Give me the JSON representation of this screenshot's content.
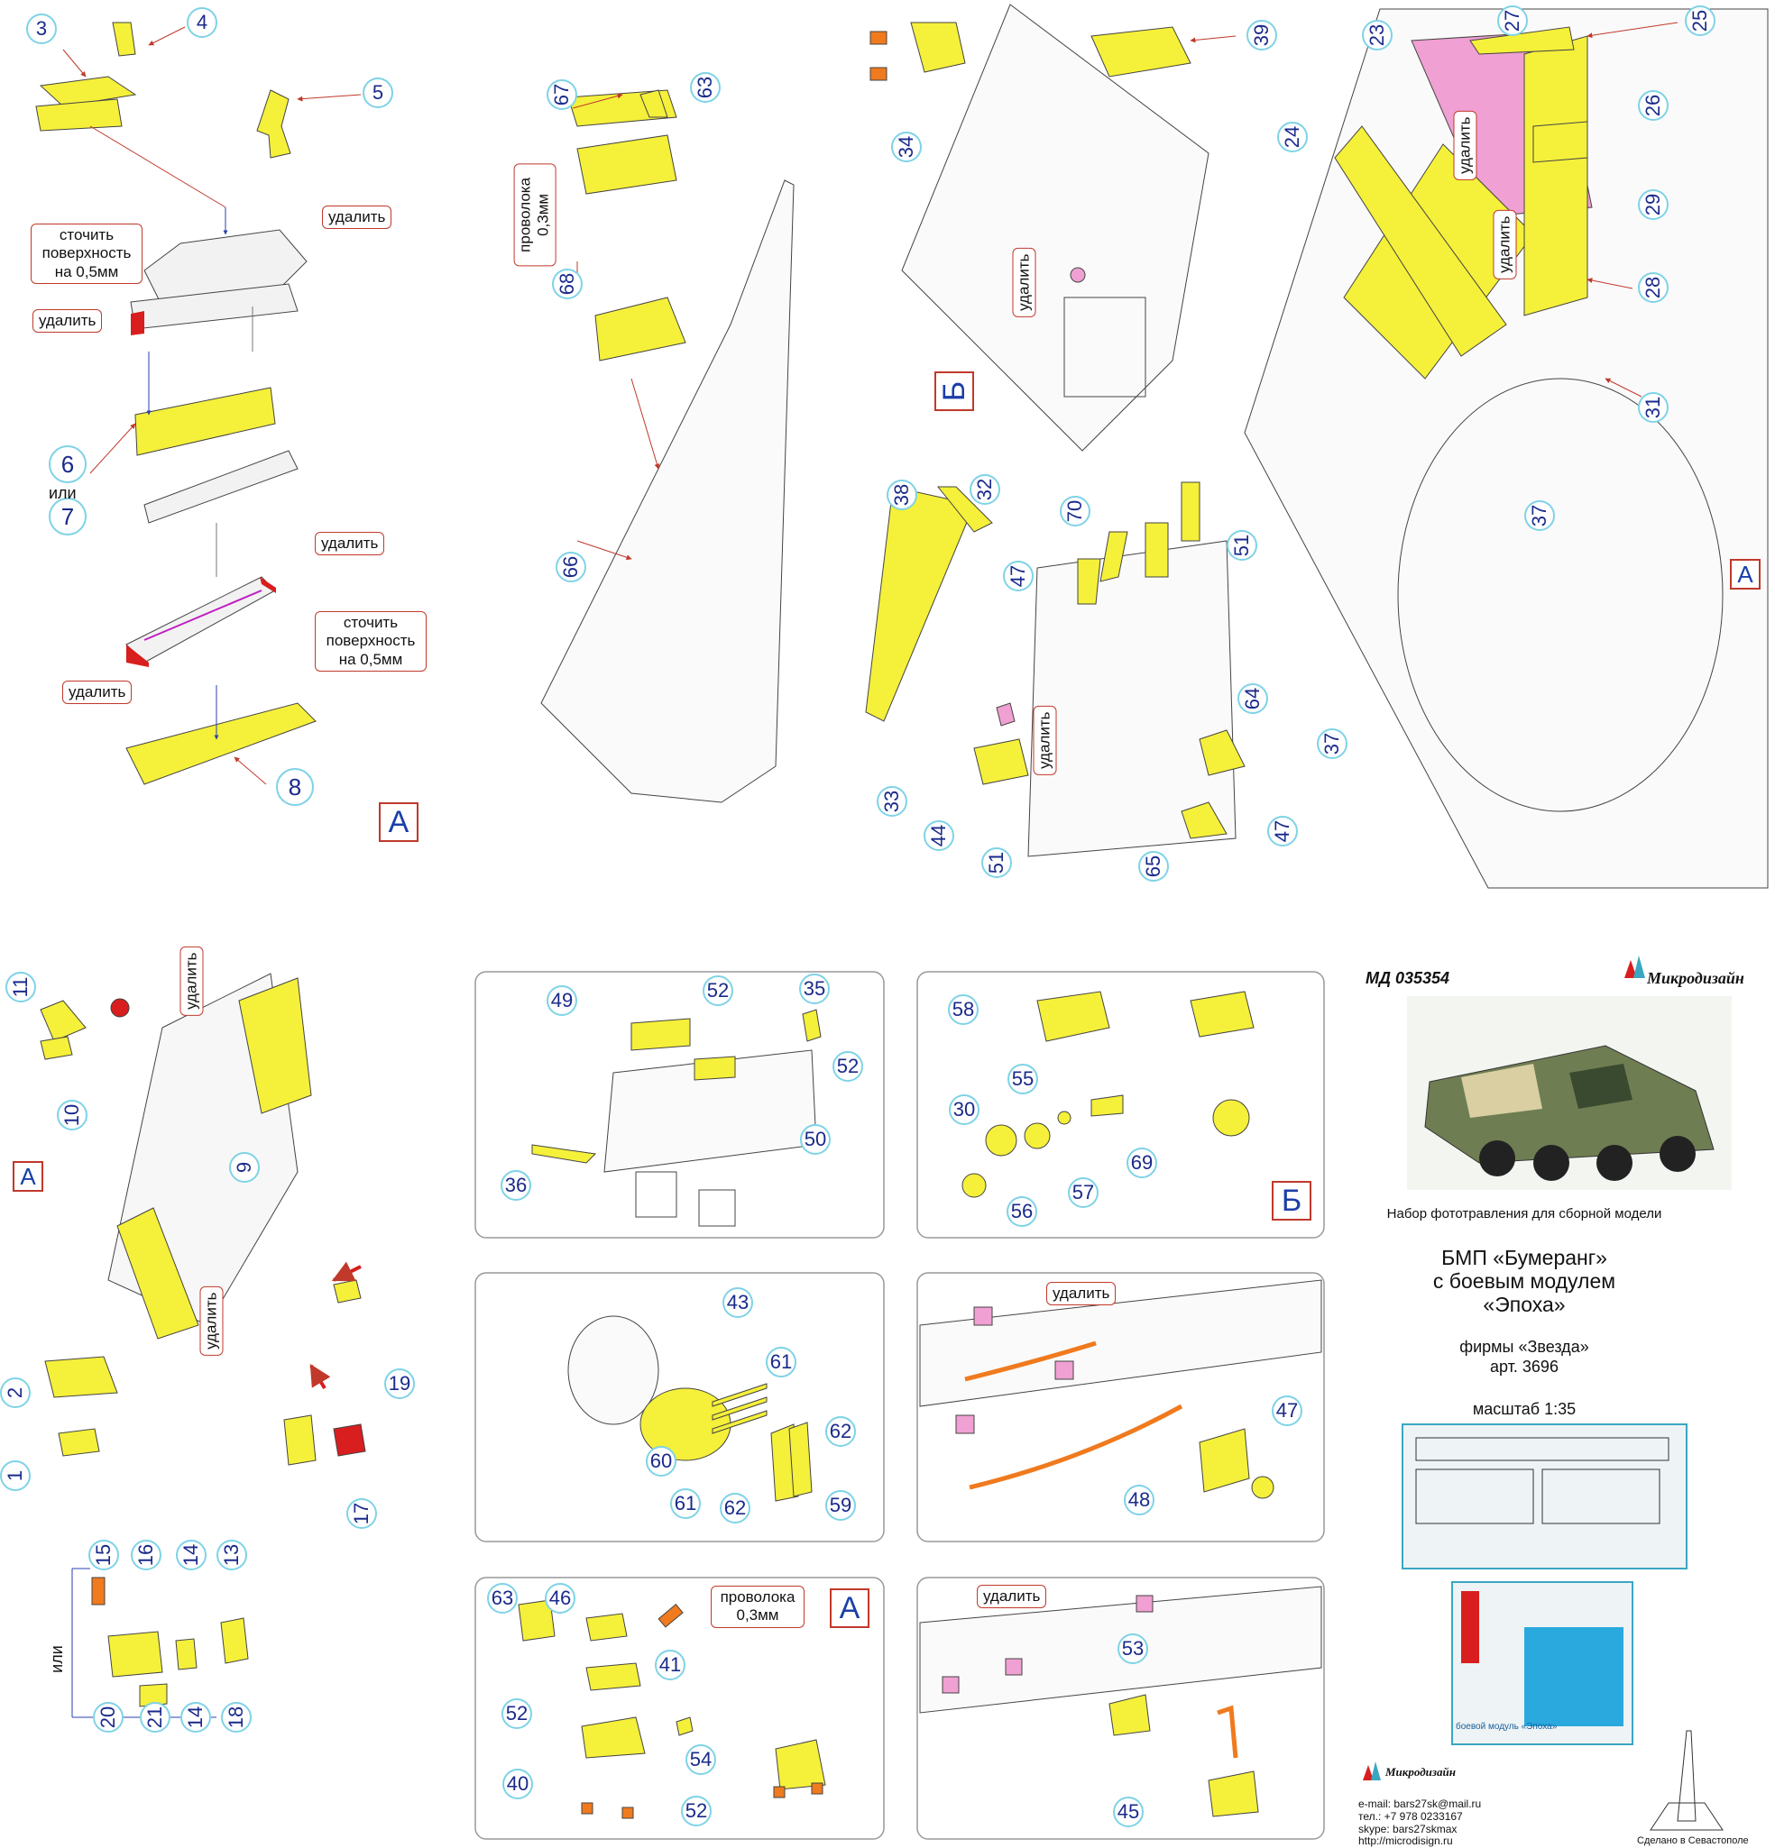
{
  "product": {
    "sku": "МД 035354",
    "brand": "Микродизайн",
    "subtitle": "Набор фототравления для сборной модели",
    "title_line1": "БМП «Бумеранг»",
    "title_line2": "с боевым модулем",
    "title_line3": "«Эпоха»",
    "maker_line": "фирмы «Звезда»",
    "article": "арт. 3696",
    "scale": "масштаб 1:35",
    "fret_label": "боевой модуль «Эпоха»"
  },
  "contacts": {
    "email": "e-mail: bars27sk@mail.ru",
    "phone": "тел.: +7 978 0233167",
    "skype": "skype: bars27skmax",
    "site": "http://microdisign.ru",
    "made_in": "Сделано в Севастополе"
  },
  "callouts": {
    "remove": "удалить",
    "grind_l1": "сточить",
    "grind_l2": "поверхность",
    "grind_l3": "на 0,5мм",
    "wire_l1": "проволока",
    "wire_l2": "0,3мм",
    "or": "или"
  },
  "sections": {
    "a": "А",
    "b": "Б"
  },
  "colors": {
    "part": "#f5f03a",
    "remove": "#d81e1e",
    "resin": "#f0a0d2",
    "wire": "#f07a1e",
    "number_ring": "#7fd3e6",
    "number_text": "#1a2a8a"
  },
  "part_numbers": {
    "n1": "1",
    "n2": "2",
    "n3": "3",
    "n4": "4",
    "n5": "5",
    "n6": "6",
    "n7": "7",
    "n8": "8",
    "n9": "9",
    "n10": "10",
    "n11": "11",
    "n13": "13",
    "n14": "14",
    "n15": "15",
    "n16": "16",
    "n17": "17",
    "n18": "18",
    "n19": "19",
    "n20": "20",
    "n21": "21",
    "n23": "23",
    "n24": "24",
    "n25": "25",
    "n26": "26",
    "n27": "27",
    "n28": "28",
    "n29": "29",
    "n30": "30",
    "n31": "31",
    "n32": "32",
    "n33": "33",
    "n34": "34",
    "n35": "35",
    "n36": "36",
    "n37": "37",
    "n38": "38",
    "n39": "39",
    "n40": "40",
    "n41": "41",
    "n43": "43",
    "n44": "44",
    "n45": "45",
    "n46": "46",
    "n47": "47",
    "n48": "48",
    "n49": "49",
    "n50": "50",
    "n51": "51",
    "n52": "52",
    "n53": "53",
    "n54": "54",
    "n55": "55",
    "n56": "56",
    "n57": "57",
    "n58": "58",
    "n59": "59",
    "n60": "60",
    "n61": "61",
    "n62": "62",
    "n63": "63",
    "n64": "64",
    "n65": "65",
    "n66": "66",
    "n67": "67",
    "n68": "68",
    "n69": "69",
    "n70": "70"
  }
}
